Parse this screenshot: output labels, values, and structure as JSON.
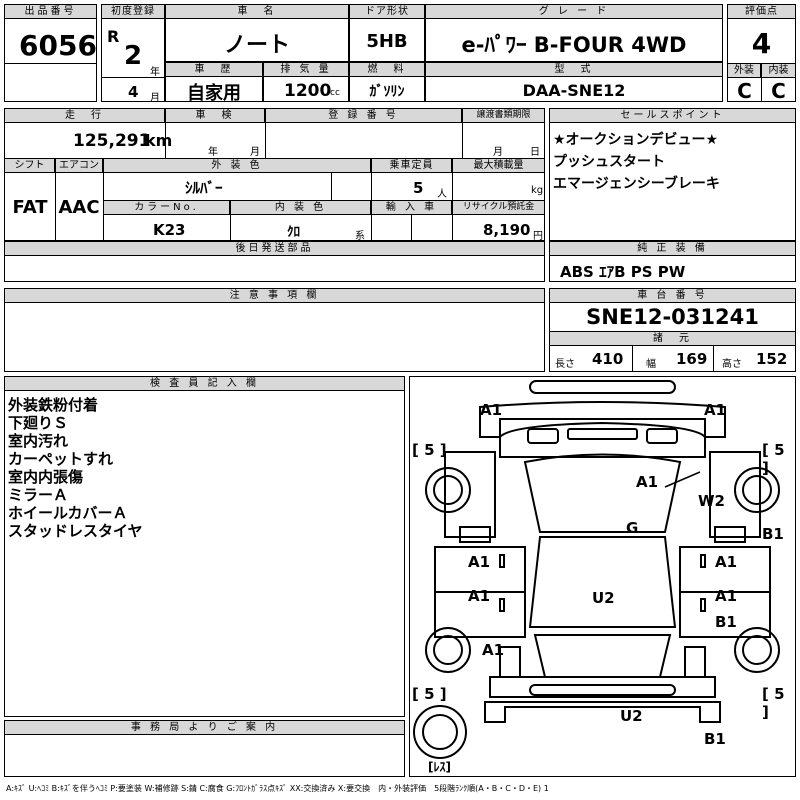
{
  "header": {
    "lot_label": "出品番号",
    "lot": "6056",
    "first_reg_label": "初度登録",
    "era": "R",
    "year": "2",
    "year_unit": "年",
    "month": "4",
    "month_unit": "月",
    "car_name_label": "車　名",
    "car_name": "ノート",
    "door_label": "ドア形状",
    "door": "5HB",
    "grade_label": "グ レ ー ド",
    "grade": "e-ﾊﾟﾜｰ B-FOUR 4WD",
    "score_label": "評価点",
    "score": "4",
    "history_label": "車　歴",
    "history": "自家用",
    "displacement_label": "排 気 量",
    "displacement": "1200",
    "displacement_unit": "cc",
    "fuel_label": "燃　料",
    "fuel": "ｶﾞｿﾘﾝ",
    "model_label": "型　式",
    "model": "DAA-SNE12",
    "exterior_label": "外装",
    "exterior": "C",
    "interior_label": "内装",
    "interior": "C"
  },
  "row2": {
    "mileage_label": "走　行",
    "mileage": "125,291",
    "mileage_unit": "km",
    "inspection_label": "車　検",
    "insp_year_unit": "年",
    "insp_month_unit": "月",
    "regno_label": "登 録 番 号",
    "transfer_label": "譲渡書類期限",
    "transfer_month_unit": "月",
    "transfer_day_unit": "日",
    "shift_label": "シフト",
    "shift": "FAT",
    "ac_label": "エアコン",
    "ac": "AAC",
    "color_label": "外 装 色",
    "color": "ｼﾙﾊﾞｰ",
    "capacity_label": "乗車定員",
    "capacity": "5",
    "capacity_unit": "人",
    "load_label": "最大積載量",
    "load_unit": "kg",
    "colorno_label": "カラーNo.",
    "colorno": "K23",
    "interior_color_label": "内 装 色",
    "interior_color": "ｸﾛ",
    "interior_color_unit": "系",
    "import_label": "輸 入 車",
    "recycle_label": "リサイクル預託金",
    "recycle": "8,190",
    "recycle_unit": "円"
  },
  "sales_points": {
    "label": "セールスポイント",
    "items": [
      "★オークションデビュー★",
      "プッシュスタート",
      "エマージェンシーブレーキ"
    ]
  },
  "later_parts": {
    "label": "後日発送部品"
  },
  "equipment": {
    "label": "純 正 装 備",
    "value": "ABS ｴｱB PS PW"
  },
  "notes": {
    "label": "注 意 事 項 欄"
  },
  "chassis": {
    "label": "車 台 番 号",
    "value": "SNE12-031241"
  },
  "dims": {
    "label": "諸　元",
    "length_label": "長さ",
    "length": "410",
    "width_label": "幅",
    "width": "169",
    "height_label": "高さ",
    "height": "152"
  },
  "inspector": {
    "label": "検 査 員 記 入 欄",
    "lines": [
      "外装鉄粉付着",
      "下廻りＳ",
      "室内汚れ",
      "カーペットすれ",
      "室内内張傷",
      "ミラーＡ",
      "ホイールカバーＡ",
      "スタッドレスタイヤ"
    ]
  },
  "office": {
    "label": "事 務 局 よ り ご 案 内"
  },
  "diagram": {
    "marks": [
      "A1",
      "A1",
      "A1",
      "W2",
      "G",
      "B1",
      "A1",
      "A1",
      "A1",
      "A1",
      "U2",
      "B1",
      "A1",
      "U2",
      "B1"
    ],
    "tire_marks": [
      "[ 5 ]",
      "[ 5 ]",
      "[ 5 ]",
      "[ 5 ]"
    ],
    "spare_mark": "[ﾚｽ]"
  },
  "legend": "A:ｷｽﾞ U:ﾍｺﾐ B:ｷｽﾞを伴うﾍｺﾐ P:要塗装 W:補修跡 S:錆 C:腐食 G:ﾌﾛﾝﾄｶﾞﾗｽ点ｷｽﾞ XX:交換済み X:要交換　内・外装評価　5段階ﾗﾝｸ順(A・B・C・D・E) 1"
}
